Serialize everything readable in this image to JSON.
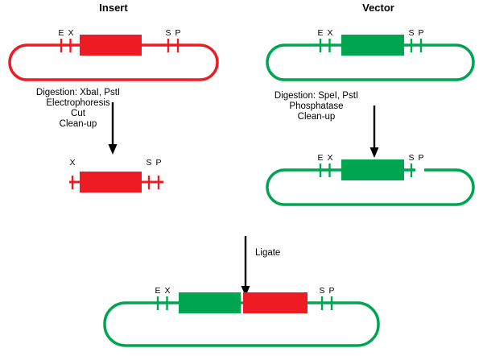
{
  "colors": {
    "insert": "#ED1C24",
    "vector": "#00A551",
    "arrow": "#000000"
  },
  "insert": {
    "title": "Insert",
    "plasmid_sites": [
      "E",
      "X",
      "S",
      "P"
    ],
    "steps": [
      "Digestion: XbaI, PstI",
      "Electrophoresis",
      "Cut",
      "Clean-up"
    ],
    "fragment_sites": [
      "X",
      "S",
      "P"
    ]
  },
  "vector": {
    "title": "Vector",
    "plasmid_sites": [
      "E",
      "X",
      "S",
      "P"
    ],
    "steps": [
      "Digestion: SpeI, PstI",
      "Phosphatase",
      "Clean-up"
    ],
    "cut_plasmid_sites": [
      "E",
      "X",
      "S",
      "P"
    ]
  },
  "ligation": {
    "label": "Ligate"
  },
  "product": {
    "plasmid_sites": [
      "E",
      "X",
      "S",
      "P"
    ]
  }
}
